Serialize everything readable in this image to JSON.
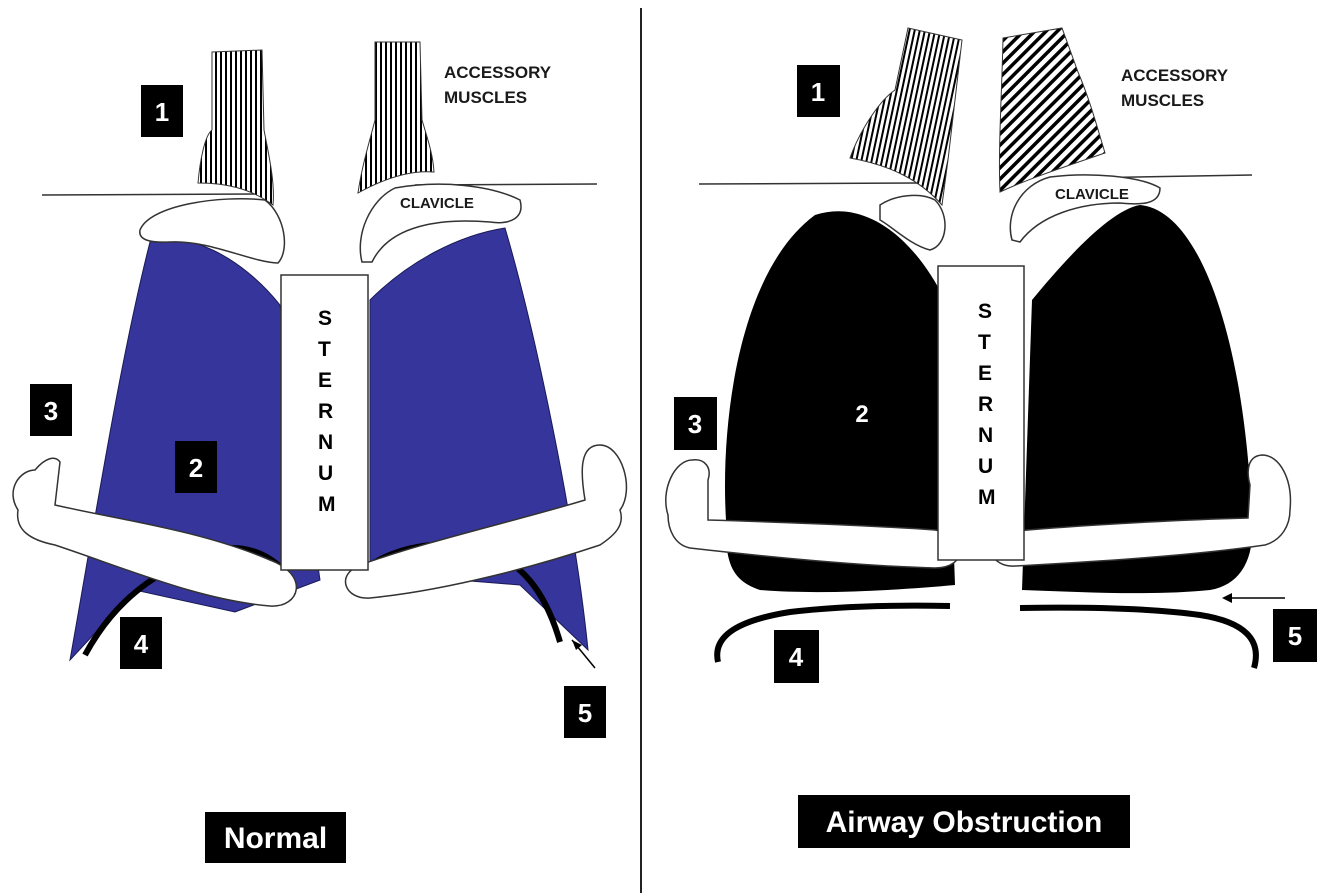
{
  "colors": {
    "normal_lung": "#35359b",
    "obstructed_lung": "#000000",
    "badge_bg": "#000000",
    "badge_text": "#ffffff",
    "divider": "#222222"
  },
  "panels": {
    "normal": {
      "title": "Normal",
      "accessory_label_line1": "ACCESSORY",
      "accessory_label_line2": "MUSCLES",
      "clavicle_label": "CLAVICLE",
      "sternum_letters": [
        "S",
        "T",
        "E",
        "R",
        "N",
        "U",
        "M"
      ],
      "markers": {
        "m1": "1",
        "m2": "2",
        "m3": "3",
        "m4": "4",
        "m5": "5"
      }
    },
    "obstruction": {
      "title": "Airway Obstruction",
      "accessory_label_line1": "ACCESSORY",
      "accessory_label_line2": "MUSCLES",
      "clavicle_label": "CLAVICLE",
      "sternum_letters": [
        "S",
        "T",
        "E",
        "R",
        "N",
        "U",
        "M"
      ],
      "markers": {
        "m1": "1",
        "m2": "2",
        "m3": "3",
        "m4": "4",
        "m5": "5"
      }
    }
  }
}
